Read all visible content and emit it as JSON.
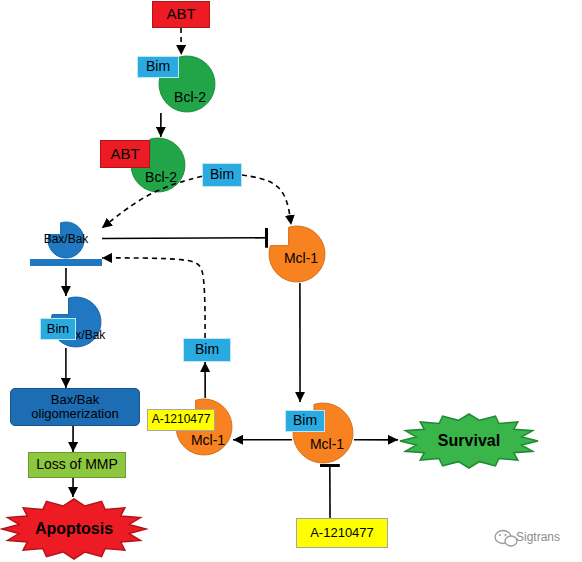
{
  "diagram": {
    "nodes": [
      {
        "text": [
          "ABT"
        ]
      },
      {
        "text": [
          "Bim"
        ]
      },
      {
        "text": [
          "Bcl-2"
        ]
      },
      {
        "text": [
          "ABT"
        ]
      },
      {
        "text": [
          "Bcl-2"
        ]
      },
      {
        "text": [
          "Bim"
        ]
      },
      {
        "text": [
          "Bax/Bak"
        ]
      },
      {
        "text": [
          "Mcl-1"
        ]
      },
      {
        "text": [
          "Bim"
        ]
      },
      {
        "text": [
          "Bax/Bak"
        ]
      },
      {
        "text": [
          "Bim"
        ]
      },
      {
        "text": [
          "Bax/Bak oligomerization"
        ]
      },
      {
        "text": [
          "A-1210477"
        ]
      },
      {
        "text": [
          "Mcl-1"
        ]
      },
      {
        "text": [
          "Bim"
        ]
      },
      {
        "text": [
          "Mcl-1"
        ]
      },
      {
        "text": [
          "Survival"
        ]
      },
      {
        "text": [
          "Loss of MMP"
        ]
      },
      {
        "text": [
          "A-1210477"
        ]
      },
      {
        "text": [
          "Apoptosis"
        ]
      }
    ],
    "edges": [
      {
        "from": 0,
        "to": 2,
        "arrow": "to"
      },
      {
        "from": 2,
        "to": 4,
        "arrow": "to"
      },
      {
        "from": 5,
        "to": 6,
        "arrow": "to"
      },
      {
        "from": 5,
        "to": 7,
        "arrow": "to"
      },
      {
        "from": 6,
        "to": 7,
        "arrow": "to"
      },
      {
        "from": 6,
        "to": 9,
        "arrow": "to"
      },
      {
        "from": 9,
        "to": 11,
        "arrow": "to"
      },
      {
        "from": 11,
        "to": 17,
        "arrow": "to"
      },
      {
        "from": 17,
        "to": 19,
        "arrow": "to"
      },
      {
        "from": 7,
        "to": 15,
        "arrow": "to"
      },
      {
        "from": 15,
        "to": 13,
        "arrow": "to"
      },
      {
        "from": 15,
        "to": 16,
        "arrow": "to"
      },
      {
        "from": 13,
        "to": 10,
        "arrow": "to"
      },
      {
        "from": 10,
        "to": 6,
        "arrow": "to"
      },
      {
        "from": 18,
        "to": 15,
        "arrow": "to"
      }
    ],
    "labels": [
      "Sigtrans"
    ]
  }
}
